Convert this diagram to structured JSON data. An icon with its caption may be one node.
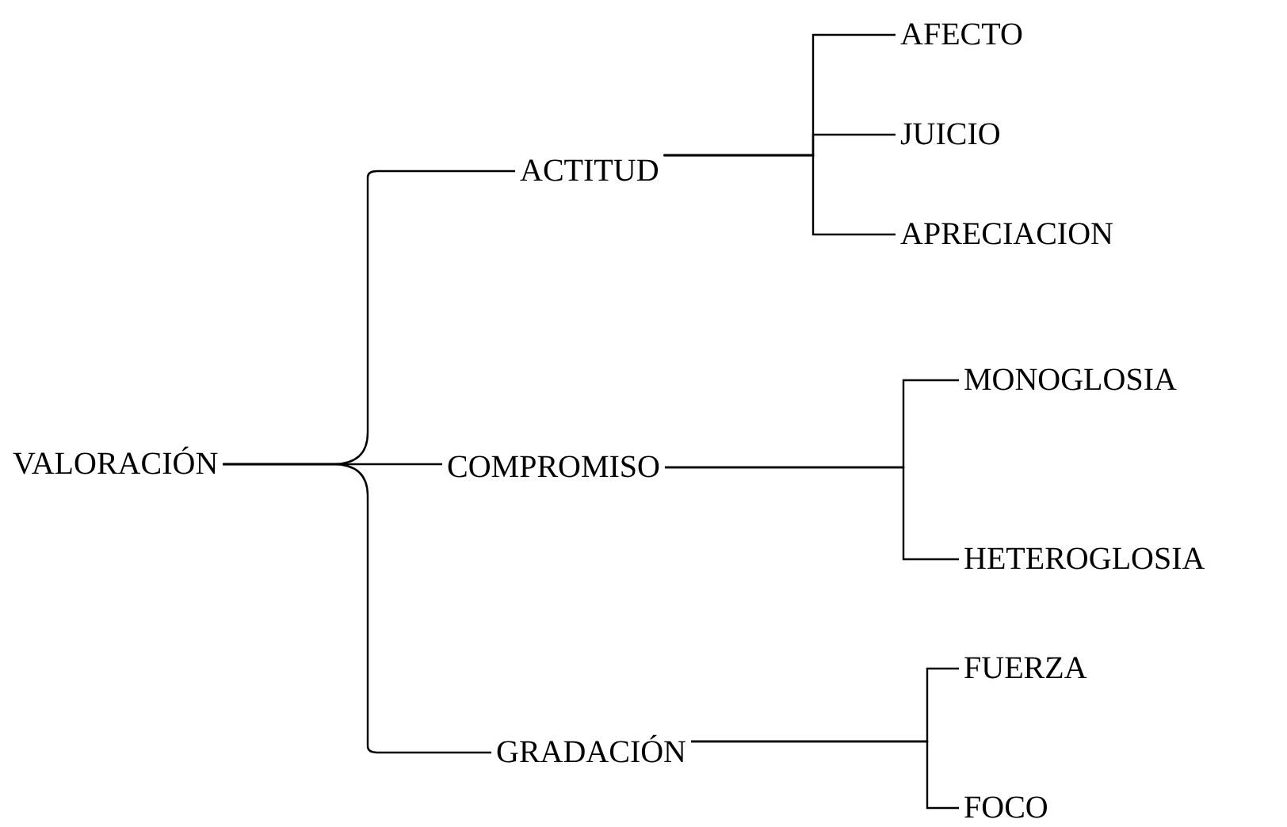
{
  "diagram": {
    "nodes": [
      {
        "text": [
          "VALORACIÓN"
        ]
      },
      {
        "text": [
          "ACTITUD"
        ]
      },
      {
        "text": [
          "COMPROMISO"
        ]
      },
      {
        "text": [
          "GRADACIÓN"
        ]
      },
      {
        "text": [
          "AFECTO"
        ]
      },
      {
        "text": [
          "JUICIO"
        ]
      },
      {
        "text": [
          "APRECIACION"
        ]
      },
      {
        "text": [
          "MONOGLOSIA"
        ]
      },
      {
        "text": [
          "HETEROGLOSIA"
        ]
      },
      {
        "text": [
          "FUERZA"
        ]
      },
      {
        "text": [
          "FOCO"
        ]
      }
    ],
    "edges": [
      {
        "from": 0,
        "to": 1,
        "arrow": "none"
      },
      {
        "from": 0,
        "to": 2,
        "arrow": "none"
      },
      {
        "from": 0,
        "to": 3,
        "arrow": "none"
      },
      {
        "from": 1,
        "to": 4,
        "arrow": "none"
      },
      {
        "from": 1,
        "to": 5,
        "arrow": "none"
      },
      {
        "from": 1,
        "to": 6,
        "arrow": "none"
      },
      {
        "from": 2,
        "to": 7,
        "arrow": "none"
      },
      {
        "from": 2,
        "to": 8,
        "arrow": "none"
      },
      {
        "from": 3,
        "to": 9,
        "arrow": "none"
      },
      {
        "from": 3,
        "to": 10,
        "arrow": "none"
      }
    ]
  }
}
